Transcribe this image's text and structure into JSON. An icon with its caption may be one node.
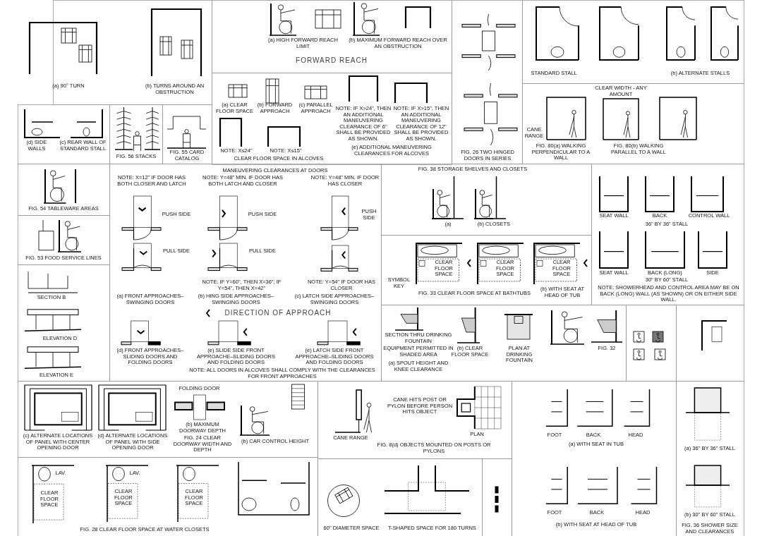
{
  "diagram": {
    "labels": [
      "(a) 90° TURN",
      "(b) TURNS AROUND AN OBSTRUCTION",
      "(a) HIGH FORWARD REACH LIMIT",
      "(b) MAXIMUM FORWARD REACH OVER AN OBSTRUCTION",
      "FORWARD REACH",
      "STANDARD STALL",
      "(b) ALTERNATE STALLS",
      "CLEAR WIDTH - ANY AMOUNT",
      "(a) CLEAR FLOOR SPACE",
      "(b) FORWARD APPROACH",
      "(c) PARALLEL APPROACH",
      "NOTE: IF X>24\", THEN AN ADDITIONAL MANEUVERING CLEARANCE OF 6\" SHALL BE PROVIDED AS SHOWN.",
      "NOTE: IF X>15\", THEN AN ADDITIONAL MANEUVERING CLEARANCE OF 12\" SHALL BE PROVIDED AS SHOWN.",
      "CANE RANGE",
      "(d) SIDE WALLS",
      "(c) REAR WALL OF STANDARD STALL",
      "FIG. 56 STACKS",
      "FIG. 55 CARD CATALOG",
      "NOTE: X≤24\"",
      "NOTE: X≤15\"",
      "CLEAR FLOOR SPACE IN ALCOVES",
      "(e) ADDITIONAL MANEUVERING CLEARANCES FOR ALCOVES",
      "FIG. 26 TWO HINGED DOORS IN SERIES",
      "FIG. 80(a) WALKING PERPENDICULAR TO A WALL",
      "FIG. 80(b) WALKING PARALLEL TO A WALL",
      "FIG. 54 TABLEWARE AREAS",
      "FIG. 53 FOOD SERVICE LINES",
      "SECTION B",
      "ELEVATION D",
      "ELEVATION E",
      "MANEUVERING CLEARANCES AT DOORS",
      "NOTE: X=12\" IF DOOR HAS BOTH CLOSER AND LATCH",
      "NOTE: Y=48\" MIN. IF DOOR HAS BOTH LATCH AND CLOSER",
      "NOTE: Y=48\" MIN. IF DOOR HAS CLOSER",
      "PUSH SIDE",
      "PUSH SIDE",
      "PUSH SIDE",
      "PULL SIDE",
      "PULL SIDE",
      "NOTE: IF Y=60\", THEN X=36\"; IF Y=54\", THEN X=42\"",
      "NOTE: Y=54\" IF DOOR HAS CLOSER",
      "(a) FRONT APPROACHES–SWINGING DOORS",
      "(b) HING SIDE APPROACHES–SWINGING DOORS",
      "(c) LATCH SIDE APPROACHES–SWINGING DOORS",
      "DIRECTION OF APPROACH",
      "(d) FRONT APPROACHES–SLIDING DOORS AND FOLDING DOORS",
      "(e) SLIDE SIDE FRONT APPROACHE–SLIDING DOORS AND FOLDING DOORS",
      "(e) LATCH SIDE FRONT APPROACHE–SLIDING DOORS AND FOLDING DOORS",
      "NOTE: ALL DOORS IN ALCOVES SHALL COMPLY WITH THE CLEARANCES FOR FRONT APPROACHES",
      "FIG. 38 STORAGE SHELVES AND CLOSETS",
      "(a)",
      "(b) CLOSETS",
      "SYMBOL KEY",
      "CLEAR FLOOR SPACE",
      "CLEAR FLOOR SPACE",
      "CLEAR FLOOR SPACE",
      "FIG. 33 CLEAR FLOOR SPACE AT BATHTUBS",
      "(b) WITH SEAT AT HEAD OF TUB",
      "SEAT WALL",
      "BACK",
      "CONTROL WALL",
      "36\" BY 36\" STALL",
      "SEAT WALL",
      "BACK (LONG)",
      "SIDE",
      "30\" BY 60\" STALL",
      "NOTE: SHOWERHEAD AND CONTROL AREA MAY BE ON BACK (LONG) WALL (AS SHOWN) OR ON EITHER SIDE WALL.",
      "SECTION THRU DRINKING FOUNTAIN",
      "EQUIPMENT PERMITTED IN SHADED AREA",
      "(a) SPOUT HEIGHT AND KNEE CLEARANCE",
      "(b) CLEAR FLOOR SPACE",
      "PLAN AT DRINKING FOUNTAIN",
      "FIG. 32",
      "(c) ALTERNATE LOCATIONS OF PANEL WITH CENTER OPENING DOOR",
      "(d) ALTERNATE LOCATIONS OF PANEL WITH SIDE OPENING DOOR",
      "FOLDING DOOR",
      "(b) MAXIMUM DOORWAY DEPTH",
      "FIG. 24 CLEAR DOORWAY WIDTH AND DEPTH",
      "(b) CAR CONTROL HEIGHT",
      "CANE HITS POST OR PYLON BEFORE PERSON HITS OBJECT",
      "CANE RANGE",
      "PLAN",
      "FIG. 8(d) OBJECTS MOUNTED ON POSTS OR PYLONS",
      "LAV.",
      "LAV.",
      "CLEAR FLOOR SPACE",
      "CLEAR FLOOR SPACE",
      "CLEAR FLOOR SPACE",
      "FIG. 28 CLEAR FLOOR SPACE AT WATER CLOSETS",
      "60\" DIAMETER SPACE",
      "T-SHAPED SPACE FOR 180 TURNS",
      "FOOT",
      "BACK",
      "HEAD",
      "(a) WITH SEAT IN TUB",
      "FOOT",
      "BACK",
      "HEAD",
      "(b) WITH SEAT AT HEAD OF TUB",
      "(a) 36\" BY 36\" STALL",
      "(b) 30\" BY 60\" STALL",
      "FIG. 36 SHOWER SIZE AND CLEARANCES"
    ]
  }
}
